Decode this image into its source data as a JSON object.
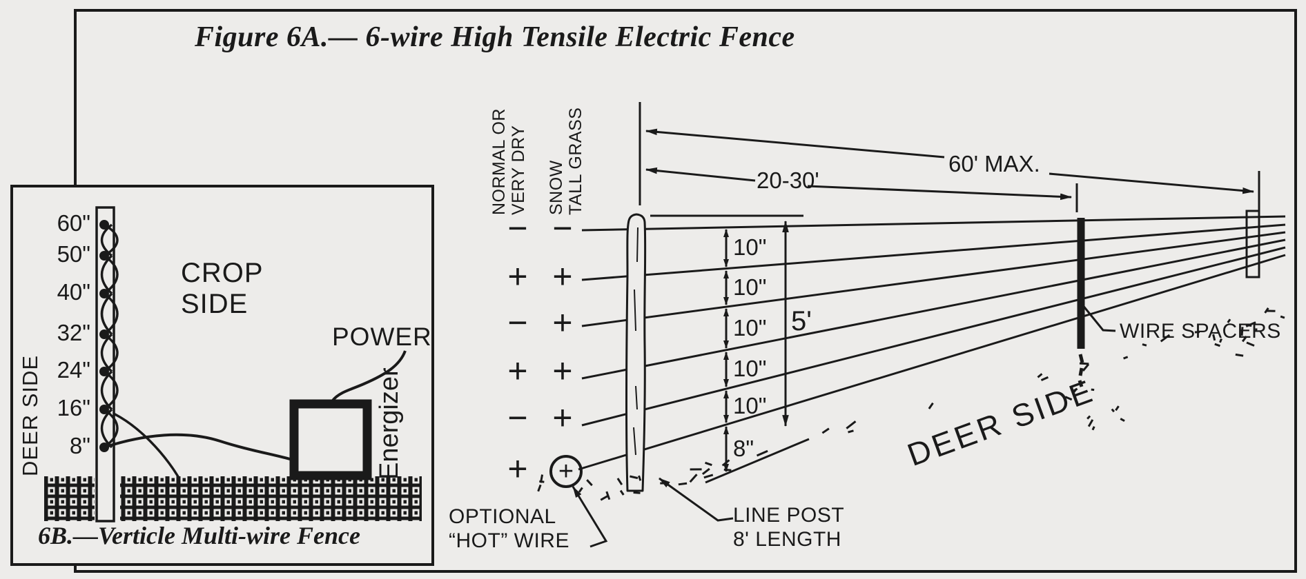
{
  "figure": {
    "title_prefix": "Figure 6A.",
    "title_main": "— 6-wire High Tensile Electric Fence"
  },
  "inset": {
    "caption_prefix": "6B.",
    "caption_main": "—Verticle Multi-wire Fence",
    "deer_side_label": "DEER SIDE",
    "crop_side_line1": "CROP",
    "crop_side_line2": "SIDE",
    "power_label": "POWER",
    "energizer_label": "Energizer",
    "wire_heights": [
      "60\"",
      "50\"",
      "40\"",
      "32\"",
      "24\"",
      "16\"",
      "8\""
    ]
  },
  "main": {
    "headers": [
      {
        "line1": "NORMAL OR",
        "line2": "VERY DRY"
      },
      {
        "line1": "SNOW",
        "line2": "TALL GRASS"
      }
    ],
    "polarity": {
      "normal_dry": [
        "−",
        "+",
        "−",
        "+",
        "−",
        "+"
      ],
      "snow_grass": [
        "−",
        "+",
        "+",
        "+",
        "+",
        "+"
      ],
      "hot_wire_circled_index": 5
    },
    "dim_60max": "60' MAX.",
    "dim_2030": "20-30'",
    "dim_5ft": "5'",
    "spacings": [
      "10\"",
      "10\"",
      "10\"",
      "10\"",
      "10\"",
      "8\""
    ],
    "wire_spacers_label": "WIRE SPACERS",
    "line_post_line1": "LINE POST",
    "line_post_line2": "8' LENGTH",
    "optional_line1": "OPTIONAL",
    "optional_line2": "“HOT” WIRE",
    "deer_side_label": "DEER SIDE"
  },
  "colors": {
    "ink": "#1a1a1a",
    "paper": "#edecea"
  }
}
